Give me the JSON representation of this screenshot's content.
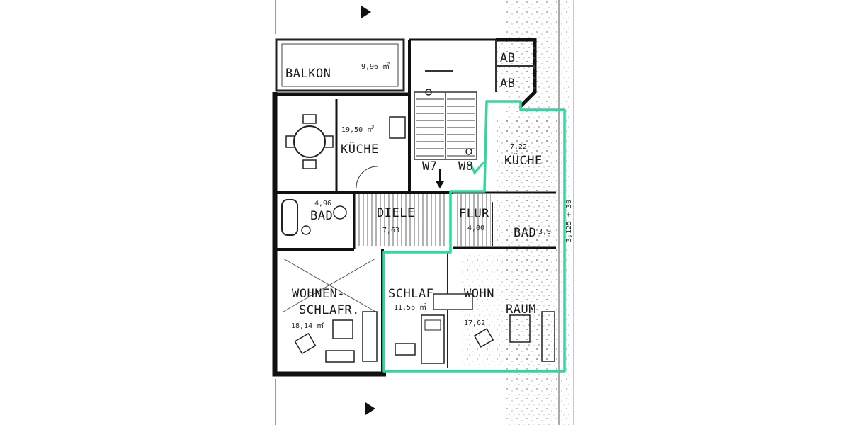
{
  "rooms": {
    "balkon": {
      "label": "BALKON",
      "area": "9,96 ㎡"
    },
    "kueche_left": {
      "label": "KÜCHE",
      "area": "19,50 ㎡"
    },
    "bad_left": {
      "label": "BAD",
      "area": "4,96"
    },
    "diele": {
      "label": "DIELE",
      "area": "7,63"
    },
    "wohnen_schlafen": {
      "label_line1": "WOHNEN-",
      "label_line2": "SCHLAFR.",
      "area": "18,14 ㎡"
    },
    "schlaf": {
      "label": "SCHLAF",
      "area": "11,56 ㎡"
    },
    "wohnraum": {
      "label_line1": "WOHN",
      "label_line2": "RAUM",
      "area": "17,62"
    },
    "kueche_right": {
      "label": "KÜCHE",
      "area": "7,22"
    },
    "flur": {
      "label": "FLUR",
      "area": "4,00"
    },
    "bad_right": {
      "label": "BAD",
      "area": "3,0"
    },
    "ab_top": {
      "label": "AB"
    },
    "ab_bottom": {
      "label": "AB"
    }
  },
  "unit_labels": {
    "w7": "W7",
    "w8": "W8"
  },
  "dimension": {
    "side": "3,125 + 30"
  },
  "colors": {
    "highlight": "#2ed8a0",
    "wall": "#1a1a1a"
  }
}
